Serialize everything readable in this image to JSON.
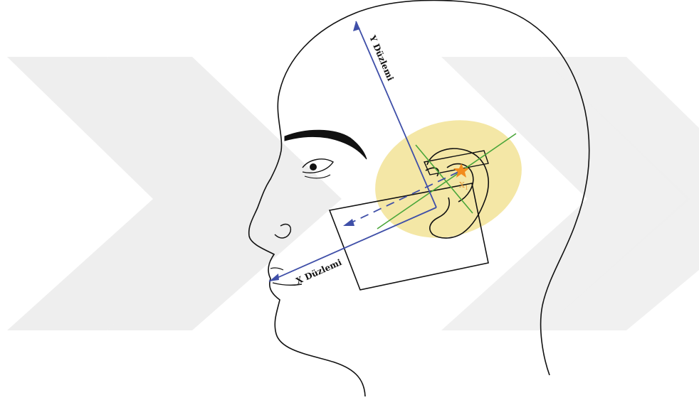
{
  "figure": {
    "y_plane_label": "Y Düzlemi",
    "x_plane_label": "X Düzlemi",
    "center_mark": "X",
    "center_subscript": "1"
  },
  "colors": {
    "outline": "#111111",
    "axis_blue": "#3f4fa8",
    "axis_green": "#4aa63a",
    "highlight_yellow": "#f4e7a6",
    "center_star": "#f28c1e",
    "watermark": "#eeeeee"
  },
  "icons": {
    "center_marker": "star-icon",
    "watermark": "double-chevron-watermark"
  }
}
